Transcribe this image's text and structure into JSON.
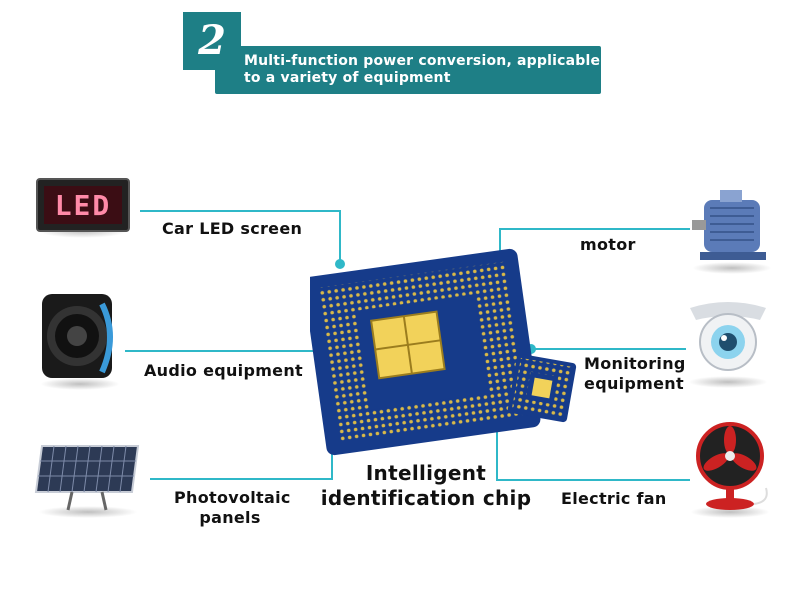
{
  "header": {
    "number": "2",
    "line1": "Multi-function power conversion, applicable",
    "line2": "to a variety of equipment"
  },
  "left": {
    "led_screen_text": "LED",
    "car_led_label": "Car LED screen",
    "audio_label": "Audio equipment",
    "pv_label_1": "Photovoltaic",
    "pv_label_2": "panels"
  },
  "right": {
    "motor_label": "motor",
    "monitor_label_1": "Monitoring",
    "monitor_label_2": "equipment",
    "fan_label": "Electric fan"
  },
  "center": {
    "chip_label_1": "Intelligent",
    "chip_label_2": "identification chip"
  },
  "colors": {
    "teal": "#1e7f86",
    "line": "#2fb8c8"
  }
}
